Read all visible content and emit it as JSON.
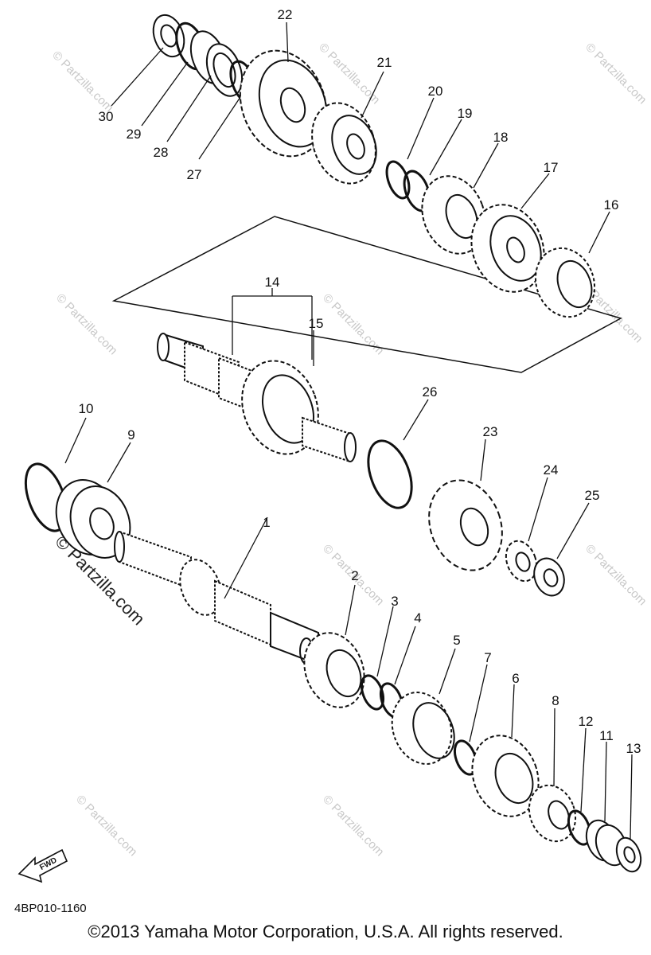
{
  "diagram_code": "4BP010-1160",
  "fwd_label": "FWD",
  "watermark": "© Partzilla.com",
  "copyright": "©2013 Yamaha Motor Corporation, U.S.A. All rights reserved.",
  "callouts": {
    "c1": "1",
    "c2": "2",
    "c3": "3",
    "c4": "4",
    "c5": "5",
    "c6": "6",
    "c7": "7",
    "c8": "8",
    "c9": "9",
    "c10": "10",
    "c11": "11",
    "c12": "12",
    "c13": "13",
    "c14": "14",
    "c15": "15",
    "c16": "16",
    "c17": "17",
    "c18": "18",
    "c19": "19",
    "c20": "20",
    "c21": "21",
    "c22": "22",
    "c23": "23",
    "c24": "24",
    "c25": "25",
    "c26": "26",
    "c27": "27",
    "c28": "28",
    "c29": "29",
    "c30": "30"
  }
}
